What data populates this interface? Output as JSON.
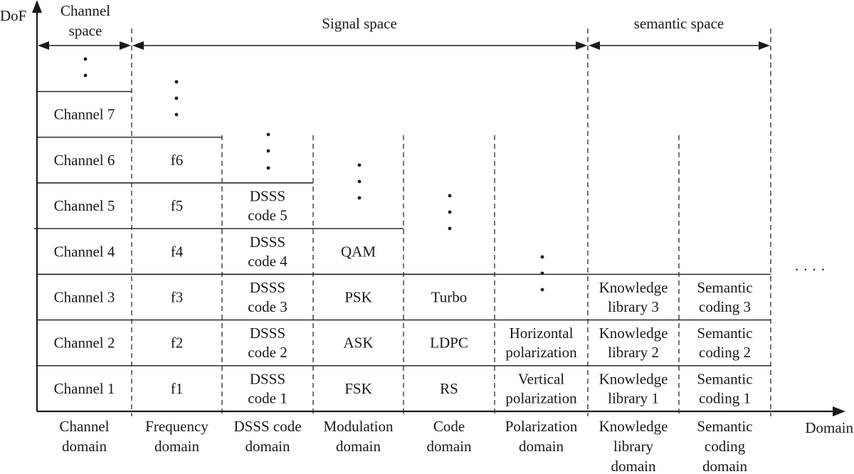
{
  "axis": {
    "y_label": "DoF",
    "x_label": "Domain"
  },
  "spaces": [
    {
      "id": "channel",
      "label_lines": [
        "Channel",
        "space"
      ]
    },
    {
      "id": "signal",
      "label_lines": [
        "Signal space"
      ]
    },
    {
      "id": "semantic",
      "label_lines": [
        "semantic space"
      ]
    }
  ],
  "columns": [
    {
      "id": "channel",
      "domain_lines": [
        "Channel",
        "domain"
      ],
      "cells": [
        [
          "Channel 1"
        ],
        [
          "Channel 2"
        ],
        [
          "Channel 3"
        ],
        [
          "Channel 4"
        ],
        [
          "Channel 5"
        ],
        [
          "Channel 6"
        ],
        [
          "Channel 7"
        ]
      ]
    },
    {
      "id": "frequency",
      "domain_lines": [
        "Frequency",
        "domain"
      ],
      "cells": [
        [
          "f1"
        ],
        [
          "f2"
        ],
        [
          "f3"
        ],
        [
          "f4"
        ],
        [
          "f5"
        ],
        [
          "f6"
        ]
      ]
    },
    {
      "id": "dsss",
      "domain_lines": [
        "DSSS code",
        "domain"
      ],
      "cells": [
        [
          "DSSS",
          "code 1"
        ],
        [
          "DSSS",
          "code 2"
        ],
        [
          "DSSS",
          "code 3"
        ],
        [
          "DSSS",
          "code 4"
        ],
        [
          "DSSS",
          "code 5"
        ]
      ]
    },
    {
      "id": "modulation",
      "domain_lines": [
        "Modulation",
        "domain"
      ],
      "cells": [
        [
          "FSK"
        ],
        [
          "ASK"
        ],
        [
          "PSK"
        ],
        [
          "QAM"
        ]
      ]
    },
    {
      "id": "code",
      "domain_lines": [
        "Code",
        "domain"
      ],
      "cells": [
        [
          "RS"
        ],
        [
          "LDPC"
        ],
        [
          "Turbo"
        ]
      ]
    },
    {
      "id": "polarization",
      "domain_lines": [
        "Polarization",
        "domain"
      ],
      "cells": [
        [
          "Vertical",
          "polarization"
        ],
        [
          "Horizontal",
          "polarization"
        ]
      ]
    },
    {
      "id": "knowledge",
      "domain_lines": [
        "Knowledge",
        "library",
        "domain"
      ],
      "cells": [
        [
          "Knowledge",
          "library 3"
        ],
        [
          "Knowledge",
          "library 2"
        ],
        [
          "Knowledge",
          "library 1"
        ]
      ]
    },
    {
      "id": "semantic",
      "domain_lines": [
        "Semantic",
        "coding",
        "domain"
      ],
      "cells": [
        [
          "Semantic",
          "coding 3"
        ],
        [
          "Semantic",
          "coding 2"
        ],
        [
          "Semantic",
          "coding 1"
        ]
      ]
    }
  ],
  "ellipsis": "· · · ·"
}
